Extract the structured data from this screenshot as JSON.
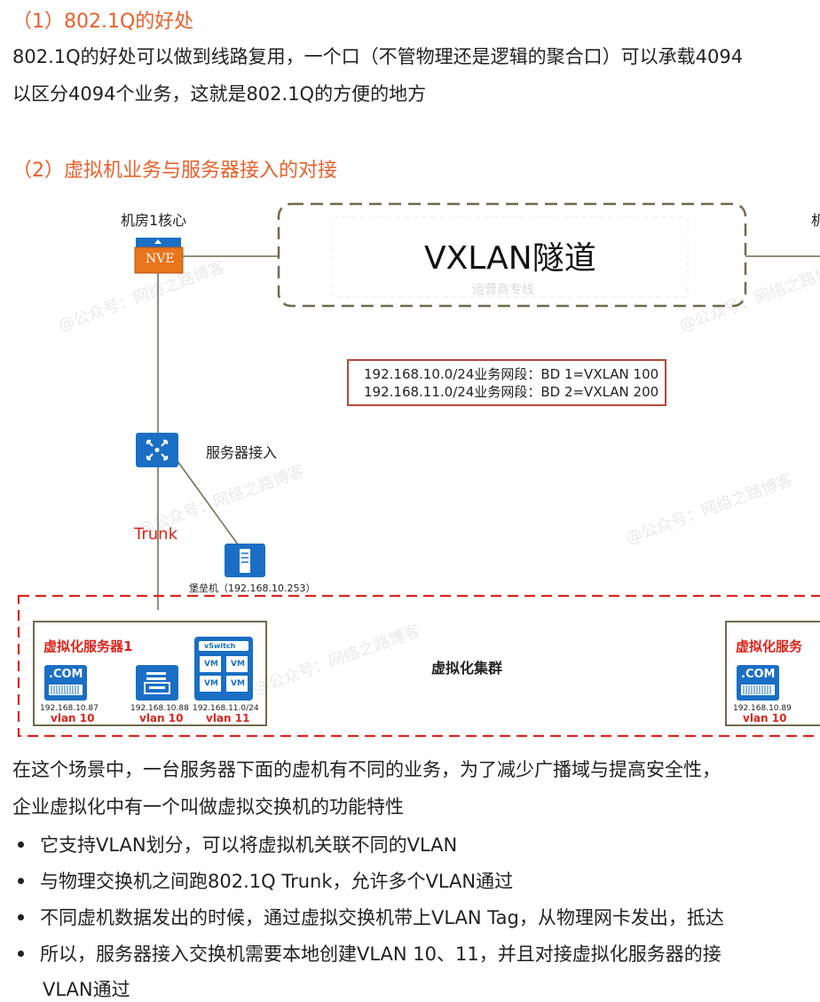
{
  "section1": {
    "heading": "（1）802.1Q的好处",
    "line1": "802.1Q的好处可以做到线路复用，一个口（不管物理还是逻辑的聚合口）可以承载4094",
    "line2": "以区分4094个业务，这就是802.1Q的方便的地方"
  },
  "section2": {
    "heading": "（2）虚拟机业务与服务器接入的对接"
  },
  "diagram": {
    "core_label": "机房1核心",
    "core_label_right": "机",
    "nve_label": "NVE",
    "tunnel_title": "VXLAN隧道",
    "tunnel_sub": "运营商专线",
    "info_line1": "192.168.10.0/24业务网段：BD 1=VXLAN 100",
    "info_line2": "192.168.11.0/24业务网段：BD 2=VXLAN 200",
    "access_label": "服务器接入",
    "trunk_label": "Trunk",
    "bastion_label": "堡垒机（192.168.10.253）",
    "cluster_label": "虚拟化集群",
    "server1_title": "虚拟化服务器1",
    "server2_title": "虚拟化服务",
    "com_label": ".COM",
    "vswitch_label": "vSwitch",
    "vm_label": "VM",
    "vm1_ip": "192.168.10.87",
    "vm1_vlan": "vlan 10",
    "vm2_ip": "192.168.10.88",
    "vm2_vlan": "vlan 10",
    "vm3_ip": "192.168.11.0/24",
    "vm3_vlan": "vlan 11",
    "vm4_ip": "192.168.10.89",
    "vm4_vlan": "vlan 10",
    "watermark": "@公众号：网络之路博客",
    "colors": {
      "orange": "#e8602c",
      "red": "#d9261c",
      "blue": "#1a6fc4",
      "olive": "#6f6a4c",
      "box_border": "#b5483a"
    }
  },
  "section3": {
    "para1": "在这个场景中，一台服务器下面的虚机有不同的业务，为了减少广播域与提高安全性，",
    "para2": "企业虚拟化中有一个叫做虚拟交换机的功能特性",
    "bullets": [
      "它支持VLAN划分，可以将虚拟机关联不同的VLAN",
      "与物理交换机之间跑802.1Q Trunk，允许多个VLAN通过",
      "不同虚机数据发出的时候，通过虚拟交换机带上VLAN Tag，从物理网卡发出，抵达",
      "所以，服务器接入交换机需要本地创建VLAN 10、11，并且对接虚拟化服务器的接"
    ],
    "tail": "VLAN通过"
  }
}
